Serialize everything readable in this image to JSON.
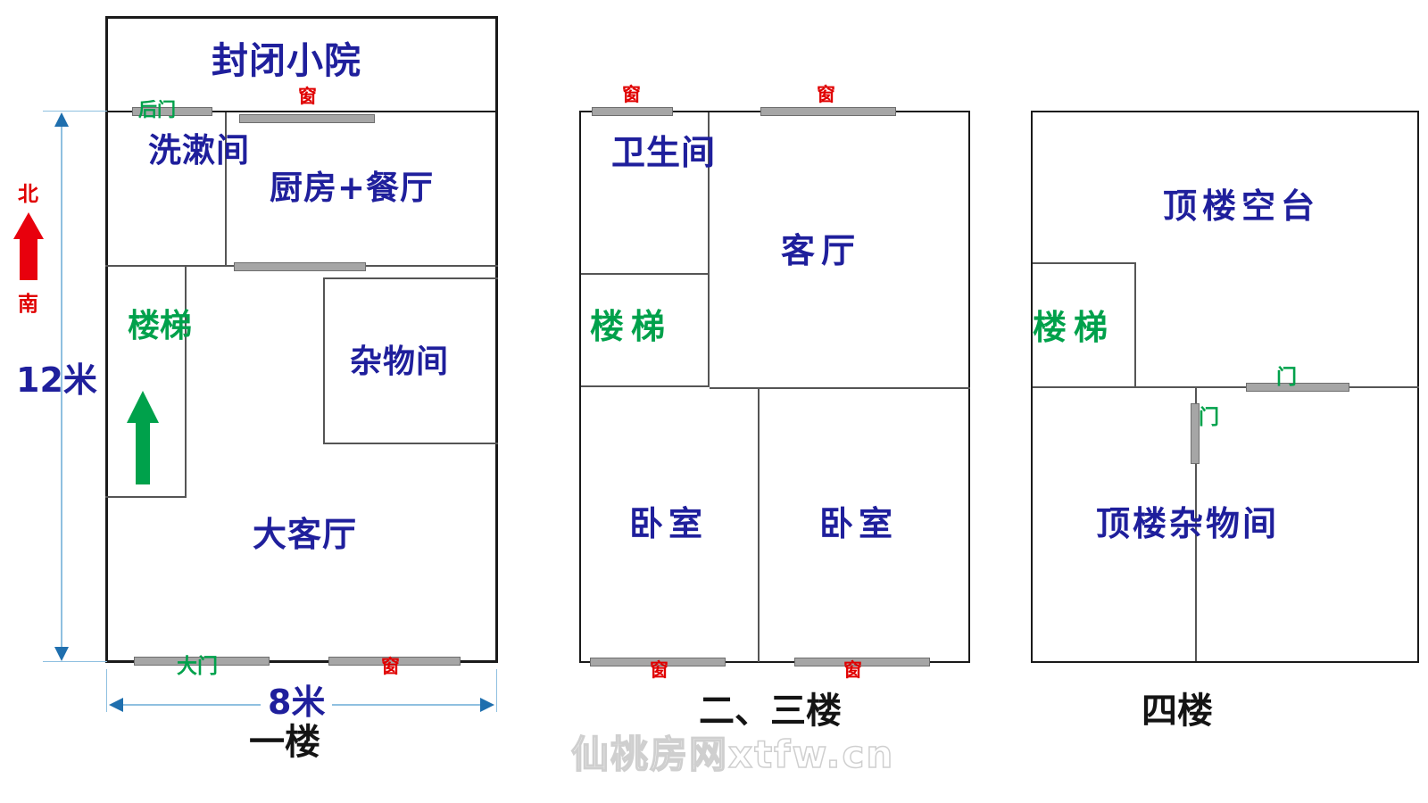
{
  "document": {
    "type": "floor-plan-set",
    "watermark": "仙桃房网xtfw.cn"
  },
  "palette": {
    "room_label": "#1f1f9c",
    "stair_label": "#00a14b",
    "window_mark": "#e00000",
    "door_mark": "#00a14b",
    "opening_fill": "#a6a6a6",
    "wall": "#1a1a1a",
    "dimension": "#1f6fae",
    "north_arrow": "#e8000d",
    "watermark": "#cfcfcf"
  },
  "compass": {
    "north_label": "北",
    "south_label": "南"
  },
  "dimensions": {
    "height_label": "12米",
    "width_label": "8米"
  },
  "floors": [
    {
      "id": "floor-1",
      "caption": "一楼",
      "rooms": [
        {
          "name": "封闭小院",
          "orientation": "horizontal"
        },
        {
          "name": "洗漱间",
          "orientation": "vertical"
        },
        {
          "name": "厨房+餐厅",
          "orientation": "horizontal"
        },
        {
          "name": "楼梯",
          "orientation": "vertical",
          "kind": "stair"
        },
        {
          "name": "杂物间",
          "orientation": "horizontal"
        },
        {
          "name": "大客厅",
          "orientation": "horizontal"
        }
      ],
      "openings": [
        {
          "label": "后门",
          "kind": "door"
        },
        {
          "label": "窗",
          "kind": "window"
        },
        {
          "label": "窗",
          "kind": "window",
          "unlabeled": true
        },
        {
          "label": "大门",
          "kind": "door"
        },
        {
          "label": "窗",
          "kind": "window"
        }
      ]
    },
    {
      "id": "floor-2-3",
      "caption": "二、三楼",
      "rooms": [
        {
          "name": "卫生间",
          "orientation": "vertical"
        },
        {
          "name": "楼梯",
          "orientation": "horizontal",
          "kind": "stair"
        },
        {
          "name": "客厅",
          "orientation": "horizontal"
        },
        {
          "name": "卧室",
          "orientation": "horizontal"
        },
        {
          "name": "卧室",
          "orientation": "horizontal"
        }
      ],
      "openings": [
        {
          "label": "窗",
          "kind": "window"
        },
        {
          "label": "窗",
          "kind": "window"
        },
        {
          "label": "窗",
          "kind": "window"
        },
        {
          "label": "窗",
          "kind": "window"
        }
      ]
    },
    {
      "id": "floor-4",
      "caption": "四楼",
      "rooms": [
        {
          "name": "顶楼空台",
          "orientation": "horizontal"
        },
        {
          "name": "楼梯",
          "orientation": "horizontal",
          "kind": "stair"
        },
        {
          "name": "顶楼杂物间",
          "orientation": "horizontal"
        }
      ],
      "openings": [
        {
          "label": "门",
          "kind": "door"
        },
        {
          "label": "门",
          "kind": "door"
        }
      ]
    }
  ]
}
